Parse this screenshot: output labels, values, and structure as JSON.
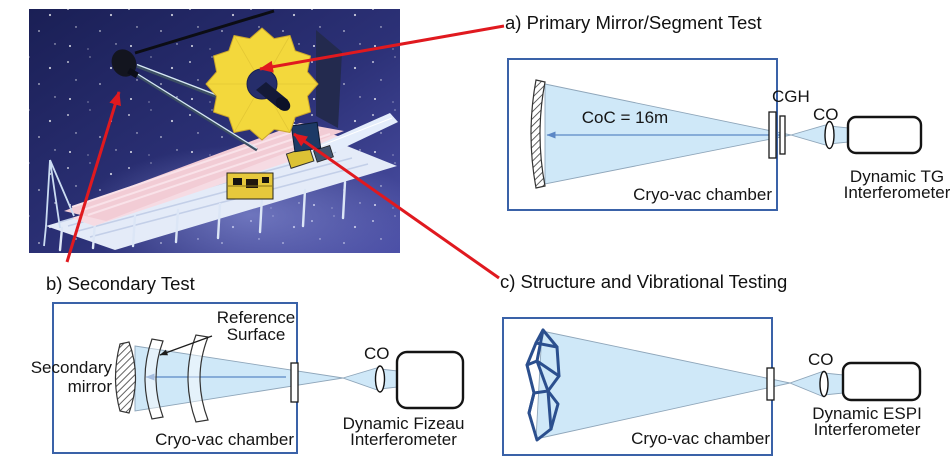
{
  "figure": {
    "photo": {
      "name": "jwst-telescope-rendering"
    },
    "panels": {
      "a": {
        "title": "a) Primary Mirror/Segment Test",
        "coc_label": "CoC = 16m",
        "cgh_label": "CGH",
        "co_label": "CO",
        "chamber_label": "Cryo-vac chamber",
        "interferometer_line1": "Dynamic TG",
        "interferometer_line2": "Interferometer"
      },
      "b": {
        "title": "b) Secondary Test",
        "mirror_label_line1": "Secondary",
        "mirror_label_line2": "mirror",
        "reference_label_line1": "Reference",
        "reference_label_line2": "Surface",
        "co_label": "CO",
        "chamber_label": "Cryo-vac chamber",
        "interferometer_line1": "Dynamic Fizeau",
        "interferometer_line2": "Interferometer"
      },
      "c": {
        "title": "c) Structure and Vibrational Testing",
        "co_label": "CO",
        "chamber_label": "Cryo-vac chamber",
        "interferometer_line1": "Dynamic ESPI",
        "interferometer_line2": "Interferometer"
      }
    },
    "colors": {
      "arrow_red": "#e0191f",
      "chamber_blue": "#3a62a8",
      "beam_fill": "#cfe8f8",
      "truss_blue": "#2b4f8e",
      "mirror_yellow": "#f3d83c",
      "space_blue": "#232a66"
    }
  }
}
